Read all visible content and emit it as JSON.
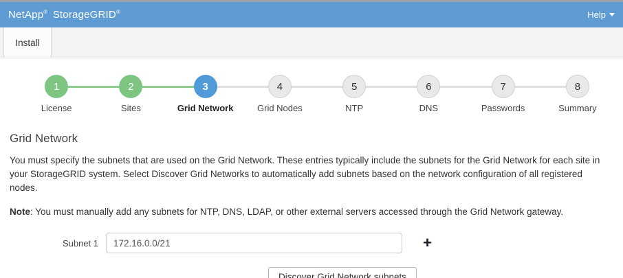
{
  "header": {
    "brand_name_1": "NetApp",
    "brand_name_2": "StorageGRID",
    "registered_mark": "®",
    "help_label": "Help"
  },
  "tabs": {
    "install_label": "Install"
  },
  "stepper": {
    "steps": [
      {
        "num": "1",
        "label": "License",
        "state": "completed"
      },
      {
        "num": "2",
        "label": "Sites",
        "state": "completed"
      },
      {
        "num": "3",
        "label": "Grid Network",
        "state": "active"
      },
      {
        "num": "4",
        "label": "Grid Nodes",
        "state": "pending"
      },
      {
        "num": "5",
        "label": "NTP",
        "state": "pending"
      },
      {
        "num": "6",
        "label": "DNS",
        "state": "pending"
      },
      {
        "num": "7",
        "label": "Passwords",
        "state": "pending"
      },
      {
        "num": "8",
        "label": "Summary",
        "state": "pending"
      }
    ]
  },
  "main": {
    "section_title": "Grid Network",
    "description": "You must specify the subnets that are used on the Grid Network. These entries typically include the subnets for the Grid Network for each site in your StorageGRID system. Select Discover Grid Networks to automatically add subnets based on the network configuration of all registered nodes.",
    "note_label": "Note",
    "note_text": ": You must manually add any subnets for NTP, DNS, LDAP, or other external servers accessed through the Grid Network gateway."
  },
  "form": {
    "subnet_label": "Subnet 1",
    "subnet_value": "172.16.0.0/21",
    "add_button_glyph": "+",
    "discover_button_label": "Discover Grid Network subnets"
  },
  "colors": {
    "header_blue": "#5e9bd3",
    "step_completed_green": "#7ec581",
    "step_active_blue": "#4f9ad7",
    "step_pending_gray": "#e9e9e9",
    "connector_green": "#90ca90",
    "connector_gray": "#e0e0e0"
  }
}
